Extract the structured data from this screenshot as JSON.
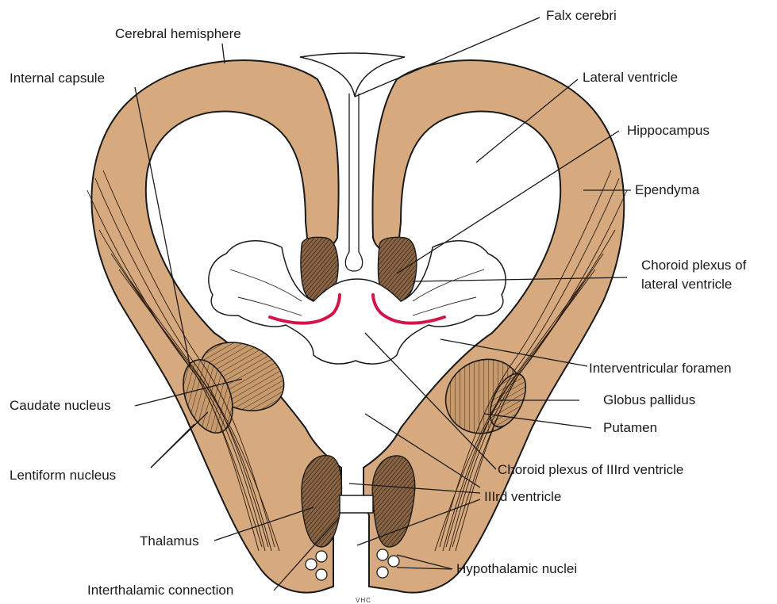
{
  "labels": {
    "falx_cerebri": "Falx cerebri",
    "cerebral_hemisphere": "Cerebral hemisphere",
    "internal_capsule": "Internal capsule",
    "lateral_ventricle": "Lateral ventricle",
    "hippocampus": "Hippocampus",
    "ependyma": "Ependyma",
    "choroid_plexus_lateral_line1": "Choroid plexus of",
    "choroid_plexus_lateral_line2": "lateral ventricle",
    "interventricular_foramen": "Interventricular foramen",
    "globus_pallidus": "Globus pallidus",
    "putamen": "Putamen",
    "caudate_nucleus": "Caudate nucleus",
    "lentiform_nucleus": "Lentiform nucleus",
    "choroid_plexus_third": "Choroid plexus of IIIrd ventricle",
    "third_ventricle": "IIIrd ventricle",
    "thalamus": "Thalamus",
    "hypothalamic_nuclei": "Hypothalamic nuclei",
    "interthalamic_connection": "Interthalamic connection"
  },
  "signature": "VHC",
  "colors": {
    "tissue": "#d6aa7e",
    "choroid_vessel": "#d3144b",
    "outline": "#1a1a1a",
    "background": "#ffffff"
  }
}
